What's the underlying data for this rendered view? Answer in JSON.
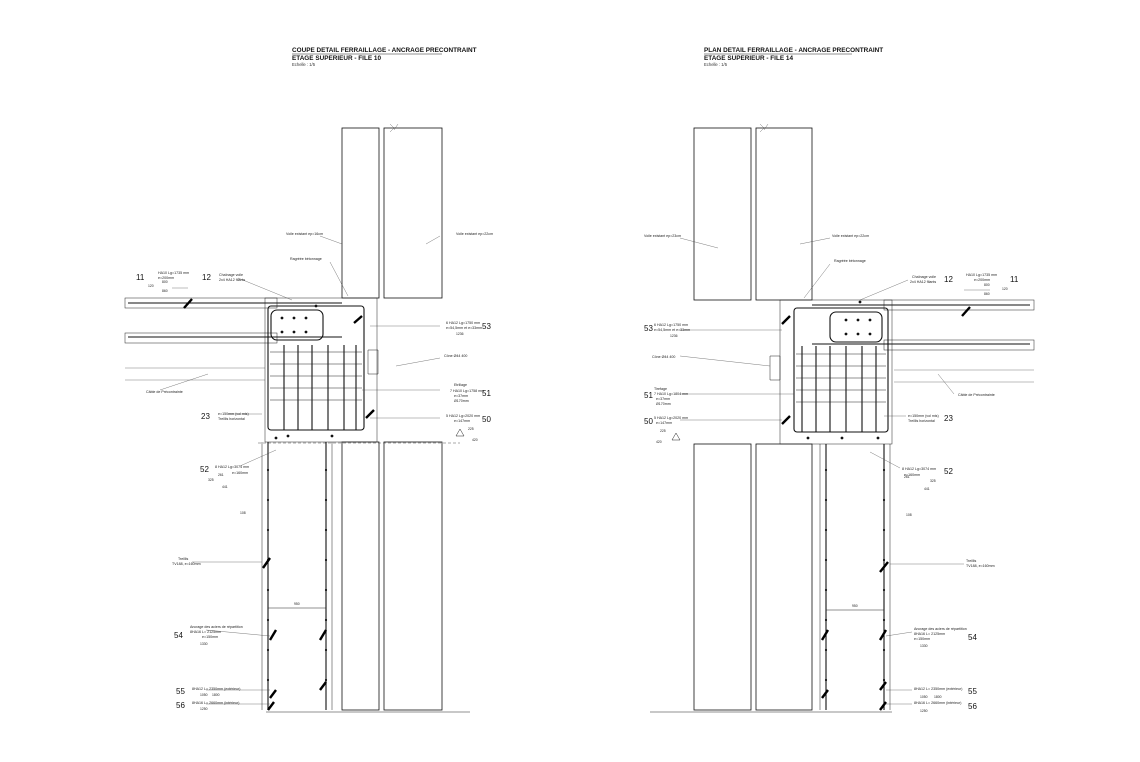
{
  "left": {
    "title": "COUPE DETAIL FERRAILLAGE - ANCRAGE PRECONTRAINT",
    "subtitle": "ETAGE SUPERIEUR - FILE 10",
    "scale": "Echelle : 1/5",
    "callouts": {
      "c11": "11",
      "c12": "12",
      "c23": "23",
      "c50": "50",
      "c51": "51",
      "c52": "52",
      "c53": "53",
      "c54": "54",
      "c55": "55",
      "c56": "56"
    },
    "labels": {
      "voile_left": "Voile existant ep=16cm",
      "voile_right": "Voile existant ep=22cm",
      "ragrage": "Ragréée bétonnage",
      "chainage": "Chaînage voile",
      "chainage_bars": "2x4 HA12 filants",
      "ha10_top": "HA10 Lg=1735 mm",
      "ha10_top_e": "e=200mm",
      "bar53": "6 HA12 Lg=1750 mm",
      "bar53_b": "e=54,5mm et e=33mm",
      "bar53_c": "1236",
      "cone": "Cône Ø44 400",
      "cable": "Câble de Précontrainte",
      "etrier": "Etrillage",
      "bar51": "7 HA10 Lg=1758 mm",
      "bar51_b": "e=37mm",
      "bar51_c": "Ø170mm",
      "bar50": "5 HA12 Lg=2020 mm",
      "bar50_b": "e=147mm",
      "bar23": "e=150mm (vol mis)",
      "bar23_b": "Treillis horizontal",
      "bar52": "8 HA12 Lg=3074 mm",
      "bar52_b": "e=160mm",
      "treillis": "Treillis",
      "treillis_b": "TV188, e=160mm",
      "bar54": "Ancrage des aciers de répartition",
      "bar54_b": "8HA16 L= 2125mm",
      "bar54_c": "e=150mm",
      "bar55": "8HA12 L= 2350mm (extérieur)",
      "bar56": "8HA16 L= 2660mm (intérieur)"
    },
    "dims": {
      "d120": "120",
      "d800": "800",
      "d860": "860",
      "d420": "420",
      "d225": "225",
      "d261": "261",
      "d441": "441",
      "d325": "325",
      "d108": "108",
      "d950": "950",
      "d1330": "1330",
      "d1250": "1250",
      "d1050": "1050",
      "d1800": "1800"
    }
  },
  "right": {
    "title": "PLAN DETAIL FERRAILLAGE - ANCRAGE PRECONTRAINT",
    "subtitle": "ETAGE SUPERIEUR - FILE 14",
    "scale": "Echelle : 1/5",
    "callouts": {
      "c11": "11",
      "c12": "12",
      "c23": "23",
      "c50": "50",
      "c51": "51",
      "c52": "52",
      "c53": "53",
      "c54": "54",
      "c55": "55",
      "c56": "56"
    },
    "labels": {
      "voile_left": "Voile existant ep=23cm",
      "voile_right": "Voile existant ep=22cm",
      "ragrage": "Ragréée bétonnage",
      "chainage": "Chaînage voile",
      "chainage_bars": "2x4 HA12 filants",
      "ha10_top": "HA10 Lg=1735 mm",
      "ha10_top_e": "e=200mm",
      "bar53": "6 HA12 Lg=1750 mm",
      "bar53_b": "e=54,5mm et e=33mm",
      "bar53_c": "1236",
      "cone": "Cône Ø44 400",
      "cable": "Câble de Précontrainte",
      "etrier": "Tirefage",
      "bar51": "7 HA10 Lg=1804 mm",
      "bar51_b": "e=37mm",
      "bar51_c": "Ø170mm",
      "bar50": "5 HA12 Lg=2020 mm",
      "bar50_b": "e=147mm",
      "bar23": "e=150mm (vol mis)",
      "bar23_b": "Treillis horizontal",
      "bar52": "8 HA12 Lg=3074 mm",
      "bar52_b": "e=160mm",
      "treillis": "Treillis",
      "treillis_b": "TV188, e=160mm",
      "bar54": "Ancrage des aciers de répartition",
      "bar54_b": "8HA16 L= 2125mm",
      "bar54_c": "e=150mm",
      "bar55": "8HA12 L= 2350mm (extérieur)",
      "bar56": "8HA16 L= 2660mm (intérieur)"
    },
    "dims": {
      "d120": "120",
      "d800": "800",
      "d860": "860",
      "d420": "420",
      "d225": "225",
      "d261": "261",
      "d441": "441",
      "d325": "325",
      "d108": "108",
      "d950": "950",
      "d1330": "1330",
      "d1250": "1250",
      "d1050": "1050",
      "d1800": "1800"
    }
  }
}
